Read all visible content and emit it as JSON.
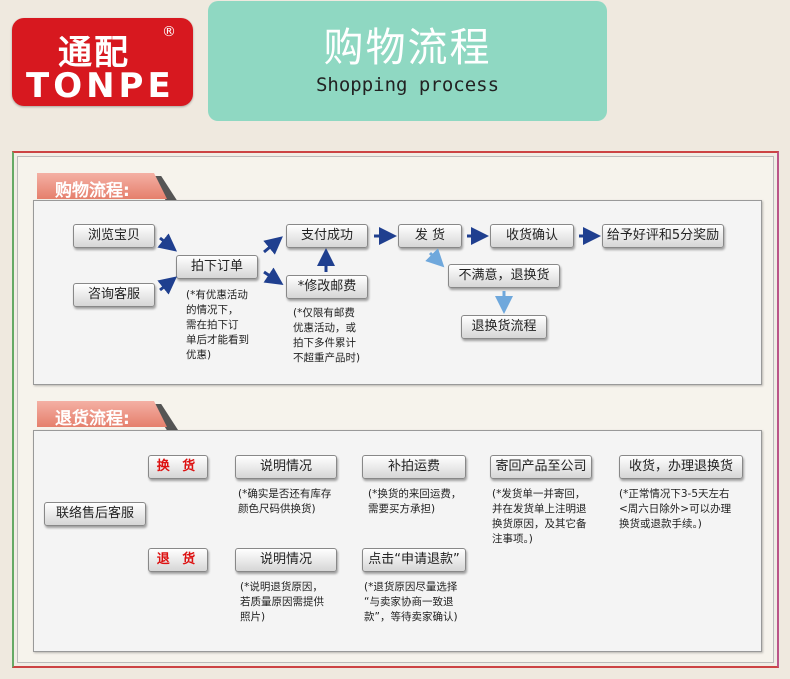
{
  "logo": {
    "cn": "通配",
    "reg": "®",
    "en": "TONPE"
  },
  "banner": {
    "title": "购物流程",
    "subtitle": "Shopping process"
  },
  "shopping": {
    "tab": "购物流程:",
    "browse": "浏览宝贝",
    "consult": "咨询客服",
    "order": "拍下订单",
    "order_note": [
      "(*有优惠活动",
      "的情况下，",
      "需在拍下订",
      "单后才能看到",
      "优惠)"
    ],
    "pay": "支付成功",
    "modify": "*修改邮费",
    "modify_note": [
      "(*仅限有邮费",
      "优惠活动，或",
      "拍下多件累计",
      "不超重产品时)"
    ],
    "ship": "发 货",
    "confirm": "收货确认",
    "review": "给予好评和5分奖励",
    "unsatisfied": "不满意，退换货",
    "return_flow": "退换货流程"
  },
  "returns": {
    "tab": "退货流程:",
    "contact": "联络售后客服",
    "exchange": "换 货",
    "refund": "退 货",
    "explain1": "说明情况",
    "explain1_note": [
      "(*确实是否还有库存",
      "颜色尺码供换货)"
    ],
    "topup": "补拍运费",
    "topup_note": [
      "(*换货的来回运费，",
      "需要买方承担)"
    ],
    "send_back": "寄回产品至公司",
    "send_back_note": [
      "(*发货单一并寄回，",
      "并在发货单上注明退",
      "换货原因，及其它备",
      "注事项。)"
    ],
    "receive": "收货，办理退换货",
    "receive_note": [
      "(*正常情况下3-5天左右",
      "<周六日除外>可以办理",
      "换货或退款手续。)"
    ],
    "explain2": "说明情况",
    "explain2_note": [
      "(*说明退货原因，",
      "若质量原因需提供",
      "照片)"
    ],
    "apply": "点击“申请退款”",
    "apply_note": [
      "(*退货原因尽量选择",
      "“与卖家协商一致退",
      "款”，等待卖家确认)"
    ]
  },
  "colors": {
    "logo_red": "#d7181f",
    "banner_teal": "#8fd8c2",
    "tab_salmon": "#e57f6c",
    "arrow_blue": "#1f3f8f",
    "red_text": "#dd1111"
  }
}
